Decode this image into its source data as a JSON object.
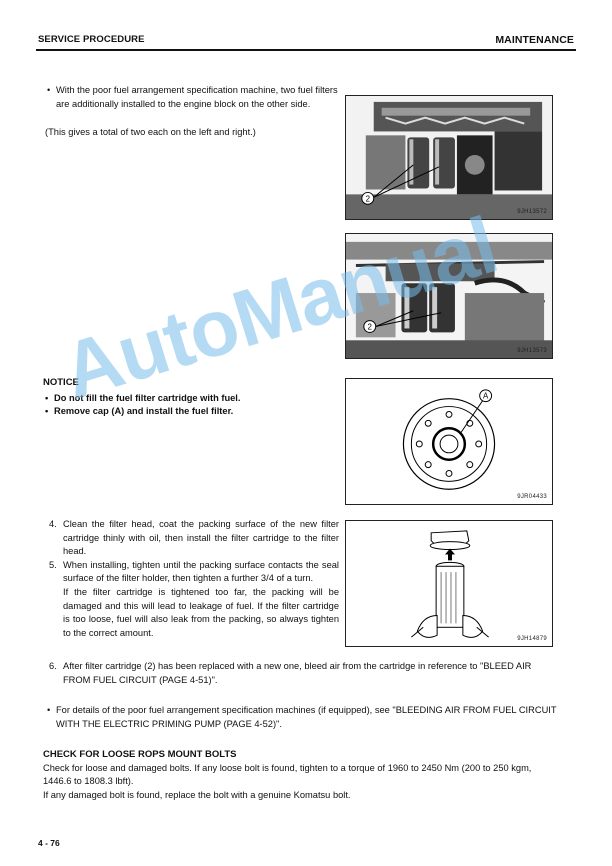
{
  "header": {
    "left": "SERVICE PROCEDURE",
    "right": "MAINTENANCE"
  },
  "intro": {
    "bullet": "With the poor fuel arrangement specification machine, two fuel filters are additionally installed to the engine block on the other side.",
    "note": "(This gives a total of two each on the left and right.)"
  },
  "figures": {
    "fig1": {
      "code": "9JH13572",
      "callout": "2"
    },
    "fig2": {
      "code": "9JH13573",
      "callout": "2"
    },
    "fig3": {
      "code": "9JR04433",
      "callout": "A"
    },
    "fig4": {
      "code": "9JH14879"
    }
  },
  "notice": {
    "title": "NOTICE",
    "items": [
      "Do not fill the fuel filter cartridge with fuel.",
      "Remove cap (A) and install the fuel filter."
    ]
  },
  "steps": [
    {
      "n": "4.",
      "text": "Clean the filter head, coat the packing surface of the new filter cartridge thinly with oil, then install the filter cartridge to the filter head."
    },
    {
      "n": "5.",
      "text": "When installing, tighten until the packing surface contacts the seal surface of the filter holder, then tighten a further 3/4 of a turn.",
      "text2": "If the filter cartridge is tightened too far, the packing will be damaged and this will lead to leakage of fuel. If the filter cartridge is too loose, fuel will also leak from the packing, so always tighten to the correct amount."
    },
    {
      "n": "6.",
      "text": "After filter cartridge (2) has been replaced with a new one, bleed air from the cartridge in reference to \"BLEED AIR FROM FUEL CIRCUIT (PAGE 4-51)\"."
    }
  ],
  "details_bullet": "For details of the poor fuel arrangement specification machines (if equipped), see \"BLEEDING AIR FROM FUEL CIRCUIT WITH THE ELECTRIC PRIMING PUMP (PAGE 4-52)\".",
  "rops": {
    "heading": "CHECK FOR LOOSE ROPS MOUNT BOLTS",
    "p1": "Check for loose and damaged bolts. If any loose bolt is found, tighten to a torque of 1960 to 2450 Nm (200 to 250 kgm, 1446.6 to 1808.3 lbft).",
    "p2": "If any damaged bolt is found, replace the bolt with a genuine Komatsu bolt."
  },
  "watermark": "AutoManual",
  "page_number": "4 - 76"
}
